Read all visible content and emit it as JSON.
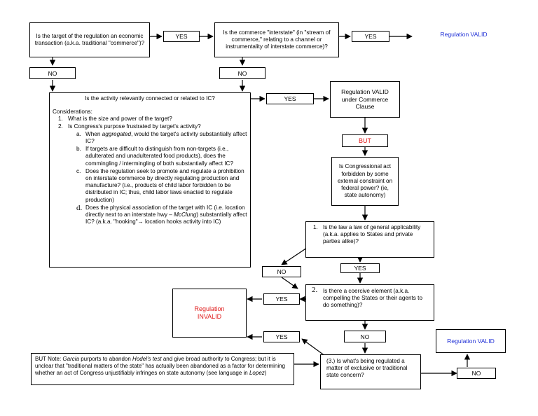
{
  "q1": "Is the target of the regulation an economic transaction (a.k.a. traditional \"commerce\")?",
  "q2": "Is the commerce \"interstate\" (in \"stream of commerce,\" relating to a channel or instrumentality of interstate commerce)?",
  "valid_top": "Regulation VALID",
  "yes1": "YES",
  "yes2": "YES",
  "no1": "NO",
  "no2": "NO",
  "q3": {
    "question": "Is the activity relevantly connected or related to IC?",
    "considerations": "Considerations:",
    "items": [
      {
        "num": "1.",
        "text": "What is the size and power of the target?"
      },
      {
        "num": "2.",
        "text": "Is Congress's purpose frustrated by target's activity?"
      }
    ],
    "sub": [
      {
        "num": "a.",
        "pre": "When ",
        "em": "aggregated",
        "post": ", would the target's activity substantially affect IC?"
      },
      {
        "num": "b.",
        "text": "If targets are difficult to distinguish from non-targets (i.e., adulterated and unadulterated food products), does the commingling / intermingling of both substantially affect IC?"
      },
      {
        "num": "c.",
        "text": "Does the regulation seek to promote and regulate a prohibition on interstate commerce by directly regulating production and manufacture? (i.e., products of child labor forbidden to be distributed in IC; thus, child labor laws enacted to regulate production)"
      },
      {
        "num": "d.",
        "pre": "Does the physical association of the target with IC (i.e. location directly next to an interstate hwy – ",
        "em": "McClung",
        "post": ") substantially affect IC? (a.k.a. \"hooking\"→ location hooks activity into IC)"
      }
    ]
  },
  "yes3": "YES",
  "valid_cc": "Regulation VALID under Commerce Clause",
  "but": "BUT",
  "q4": "Is Congressional act forbidden by some external constraint on federal power? (ie, state autonomy)",
  "q5": {
    "num": "1.",
    "text": "Is the law a law of general applicability (a.k.a. applies to States and private parties alike)?"
  },
  "yes5": "YES",
  "no5": "NO",
  "q6": {
    "num": "2.",
    "text": "Is there a coercive element (a.k.a. compelling the States or their agents to do something)?"
  },
  "yes6": "YES",
  "invalid": "Regulation INVALID",
  "no6": "NO",
  "yes7": "YES",
  "q7": {
    "num": "(3.)",
    "text": "Is what's being regulated a matter of exclusive or traditional state concern?"
  },
  "no7": "NO",
  "valid_bottom": "Regulation VALID",
  "note": {
    "p1": "BUT Note: ",
    "e1": "Garcia",
    "p2": " purports to abandon ",
    "e2": "Hodel's test",
    "p3": " and give broad authority to Congress; but it is unclear that \"traditional matters of the state\" has actually been abandoned as a factor for determining whether an act of Congress unjustifiably infringes on state autonomy (see language in ",
    "e3": "Lopez",
    "p4": ")"
  },
  "colors": {
    "valid": "#1f2fd6",
    "invalid": "#e01a1a"
  }
}
